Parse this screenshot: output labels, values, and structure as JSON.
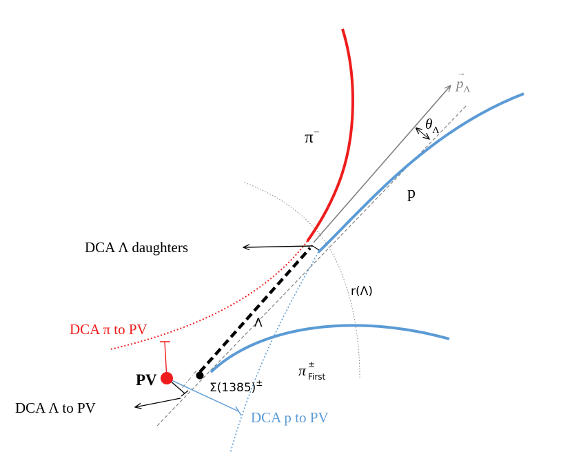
{
  "labels": {
    "pi_minus": {
      "base": "π",
      "sup": "−"
    },
    "p_lambda": {
      "arrow": "→",
      "base": "p",
      "sub": "Λ"
    },
    "theta_lambda": {
      "base": "θ",
      "sub": "Λ"
    },
    "p": "p",
    "dca_daughters": "DCA Λ daughters",
    "r_lambda": "r(Λ)",
    "lambda": "Λ",
    "dca_pi_pv": "DCA π to PV",
    "pi_first": {
      "base": "π",
      "sup": "±",
      "sub": "First"
    },
    "pv": "PV",
    "sigma": {
      "base": "Σ(1385)",
      "sup": "±"
    },
    "dca_lambda_pv": "DCA Λ to PV",
    "dca_p_pv": "DCA p to PV"
  },
  "colors": {
    "red": "#ee1c1c",
    "blue": "#5b9bd5",
    "black": "#000000",
    "gray": "#808080"
  }
}
